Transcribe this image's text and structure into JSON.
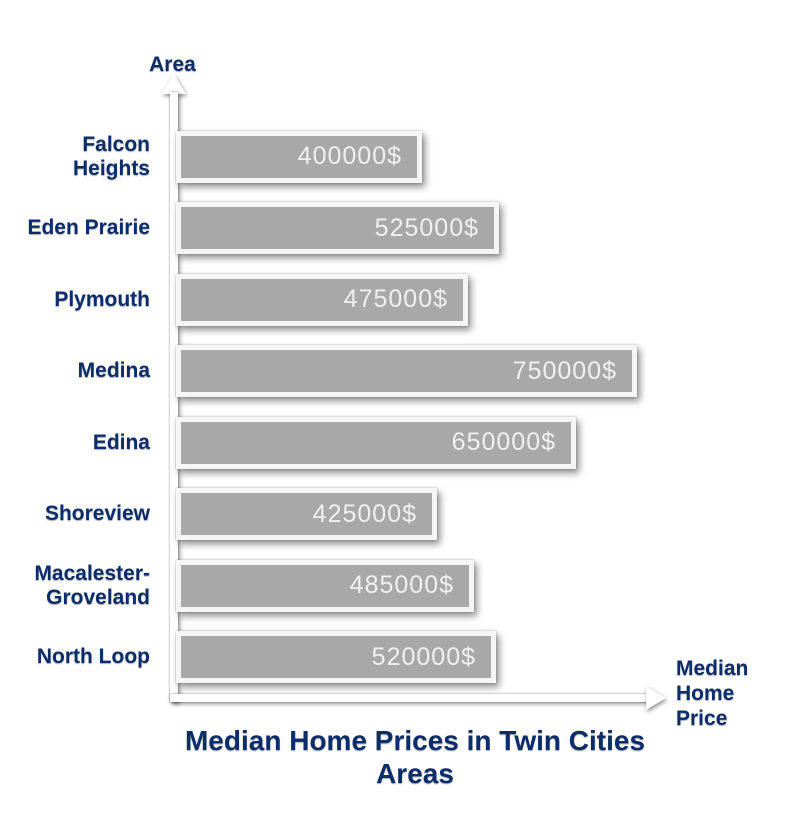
{
  "title": "Median Home Prices in Twin Cities Areas",
  "y_axis_label": "Area",
  "x_axis_label": "Median Home Price",
  "colors": {
    "label_navy": "#0c2d6b",
    "bar_fill": "#a8a8a8",
    "bar_border": "#f5f5f5",
    "value_text": "#f0f0f0",
    "axis_line": "#ffffff",
    "background": "#ffffff"
  },
  "chart_data": {
    "type": "bar",
    "orientation": "horizontal",
    "title": "Median Home Prices in Twin Cities Areas",
    "xlabel": "Median Home Price",
    "ylabel": "Area",
    "xlim": [
      0,
      750000
    ],
    "grid": false,
    "legend": false,
    "categories": [
      "Falcon Heights",
      "Eden Prairie",
      "Plymouth",
      "Medina",
      "Edina",
      "Shoreview",
      "Macalester-Groveland",
      "North Loop"
    ],
    "values": [
      400000,
      525000,
      475000,
      750000,
      650000,
      425000,
      485000,
      520000
    ],
    "value_labels": [
      "400000$",
      "525000$",
      "475000$",
      "750000$",
      "650000$",
      "425000$",
      "485000$",
      "520000$"
    ]
  }
}
